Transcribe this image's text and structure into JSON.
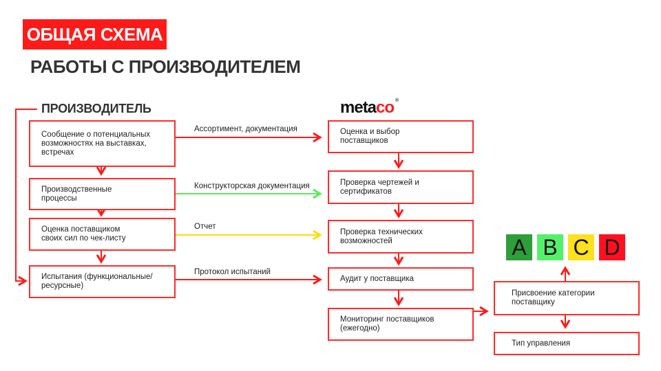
{
  "title": "ОБЩАЯ СХЕМА",
  "subtitle": "РАБОТЫ С ПРОИЗВОДИТЕЛЕМ",
  "producer": {
    "heading": "ПРОИЗВОДИТЕЛЬ",
    "steps": [
      "Сообщение о потенциальных возможностях на выставках, встречах",
      "Производственные процессы",
      "Оценка поставщиком своих сил по чек-листу",
      "Испытания (функциональные/ресурсные)"
    ]
  },
  "flows": [
    {
      "label": "Ассортимент, документация",
      "color": "#ff1a1a"
    },
    {
      "label": "Конструкторская документация",
      "color": "#55ee55"
    },
    {
      "label": "Отчет",
      "color": "#ffdd00"
    },
    {
      "label": "Протокол испытаний",
      "color": "#ff1a1a"
    }
  ],
  "metaco": {
    "logo_part1": "meta",
    "logo_part2": "co",
    "logo_reg": "®",
    "steps": [
      "Оценка и выбор поставщиков",
      "Проверка чертежей и сертификатов",
      "Проверка технических возможностей",
      "Аудит у поставщика",
      "Мониторинг поставщиков (ежегодно)"
    ]
  },
  "categorization": {
    "assign": "Присвоение категории поставщику",
    "management": "Тип управления",
    "categories": [
      {
        "label": "A",
        "color": "#2e9e3a"
      },
      {
        "label": "B",
        "color": "#55f06a"
      },
      {
        "label": "C",
        "color": "#fde01e"
      },
      {
        "label": "D",
        "color": "#ff1020"
      }
    ]
  },
  "accent": "#ff1a1a"
}
